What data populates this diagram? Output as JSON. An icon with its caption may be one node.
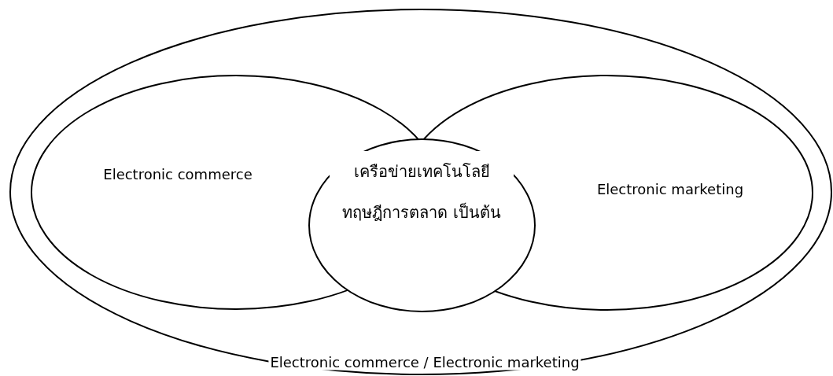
{
  "diagram": {
    "nodes": [
      {
        "text": [
          "Electronic commerce / Electronic marketing"
        ]
      },
      {
        "text": [
          "Electronic commerce"
        ],
        "in": 0
      },
      {
        "text": [
          "Electronic marketing"
        ],
        "in": 0
      },
      {
        "text": [
          "เครือข่ายเทคโนโลยี ทฤษฎีการตลาด เป็นต้น"
        ],
        "in": 0
      }
    ]
  }
}
